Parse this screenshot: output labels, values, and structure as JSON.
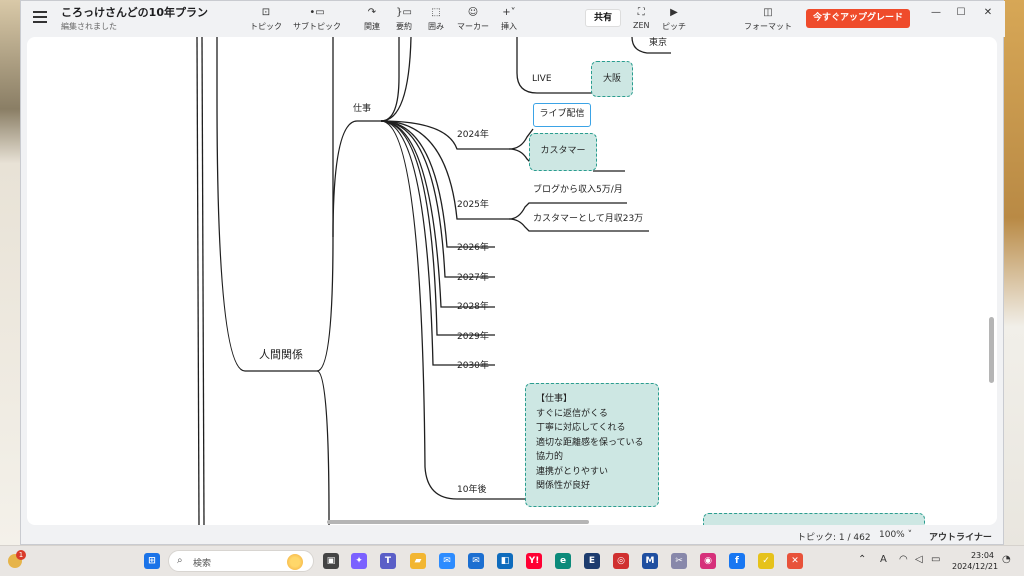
{
  "window": {
    "title": "ころっけさんどの10年プラン",
    "status": "編集されました"
  },
  "toolbar": {
    "topic": "トピック",
    "subtopic": "サブトピック",
    "relation": "関連",
    "summary": "要約",
    "boundary": "囲み",
    "marker": "マーカー",
    "insert": "挿入",
    "share": "共有",
    "zen": "ZEN",
    "pitch": "ピッチ",
    "format": "フォーマット",
    "upgrade": "今すぐアップグレード"
  },
  "mindmap": {
    "tokyo": "東京",
    "live": "LIVE",
    "osaka": "大阪",
    "work": "仕事",
    "live_stream": "ライブ配信",
    "customer": "カスタマー",
    "y2024": "2024年",
    "blog_income": "ブログから収入5万/月",
    "y2025": "2025年",
    "customer_income": "カスタマーとして月収23万",
    "y2026": "2026年",
    "y2027": "2027年",
    "y2028": "2028年",
    "y2029": "2029年",
    "y2030": "2030年",
    "relationships": "人間関係",
    "ten_years": "10年後",
    "note": [
      "【仕事】",
      "すぐに返信がくる",
      "丁寧に対応してくれる",
      "適切な距離感を保っている",
      "協力的",
      "連携がとりやすい",
      "関係性が良好"
    ]
  },
  "statusbar": {
    "topics": "トピック: 1 / 462",
    "zoom": "100%",
    "outliner": "アウトライナー"
  },
  "taskbar": {
    "search": "検索",
    "notification_count": "1",
    "time": "23:04",
    "date": "2024/12/21",
    "ime": "A"
  },
  "colors": {
    "accent_teal": "#2a9d8f",
    "node_fill": "#cde7e3",
    "upgrade": "#ef4b2b",
    "selection": "#3ba3e6"
  }
}
